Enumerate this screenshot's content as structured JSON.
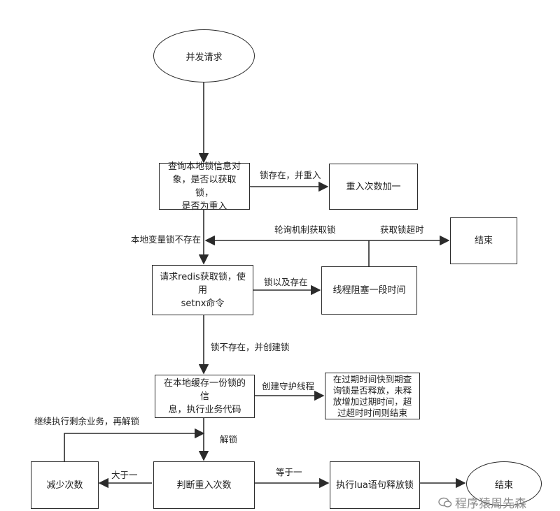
{
  "nodes": {
    "start": "并发请求",
    "query_lock": [
      "查询本地锁信息对",
      "象，是否以获取锁，",
      "是否为重入"
    ],
    "reentry_plus": "重入次数加一",
    "end_top": "结束",
    "request_redis": [
      "请求redis获取锁，使用",
      "setnx命令"
    ],
    "thread_block": "线程阻塞一段时间",
    "cache_lock": [
      "在本地缓存一份锁的信",
      "息，执行业务代码"
    ],
    "daemon_task": [
      "在过期时间快到期查",
      "询锁是否释放，未释",
      "放增加过期时间，超",
      "过超时时间则结束"
    ],
    "decrease": "减少次数",
    "judge_reentry": "判断重入次数",
    "lua_release": "执行lua语句释放锁",
    "end_bottom": "结束"
  },
  "edge_labels": {
    "lock_exists_reenter": "锁存在，并重入",
    "polling_acquire": "轮询机制获取锁",
    "acquire_timeout": "获取锁超时",
    "local_lock_missing": "本地变量锁不存在",
    "lock_already_exists": "锁以及存在",
    "lock_missing_create": "锁不存在，并创建锁",
    "create_daemon": "创建守护线程",
    "continue_business": "继续执行剩余业务，再解锁",
    "unlock": "解锁",
    "greater_than_one": "大于一",
    "equals_one": "等于一"
  },
  "watermark": "程序猿周先森"
}
